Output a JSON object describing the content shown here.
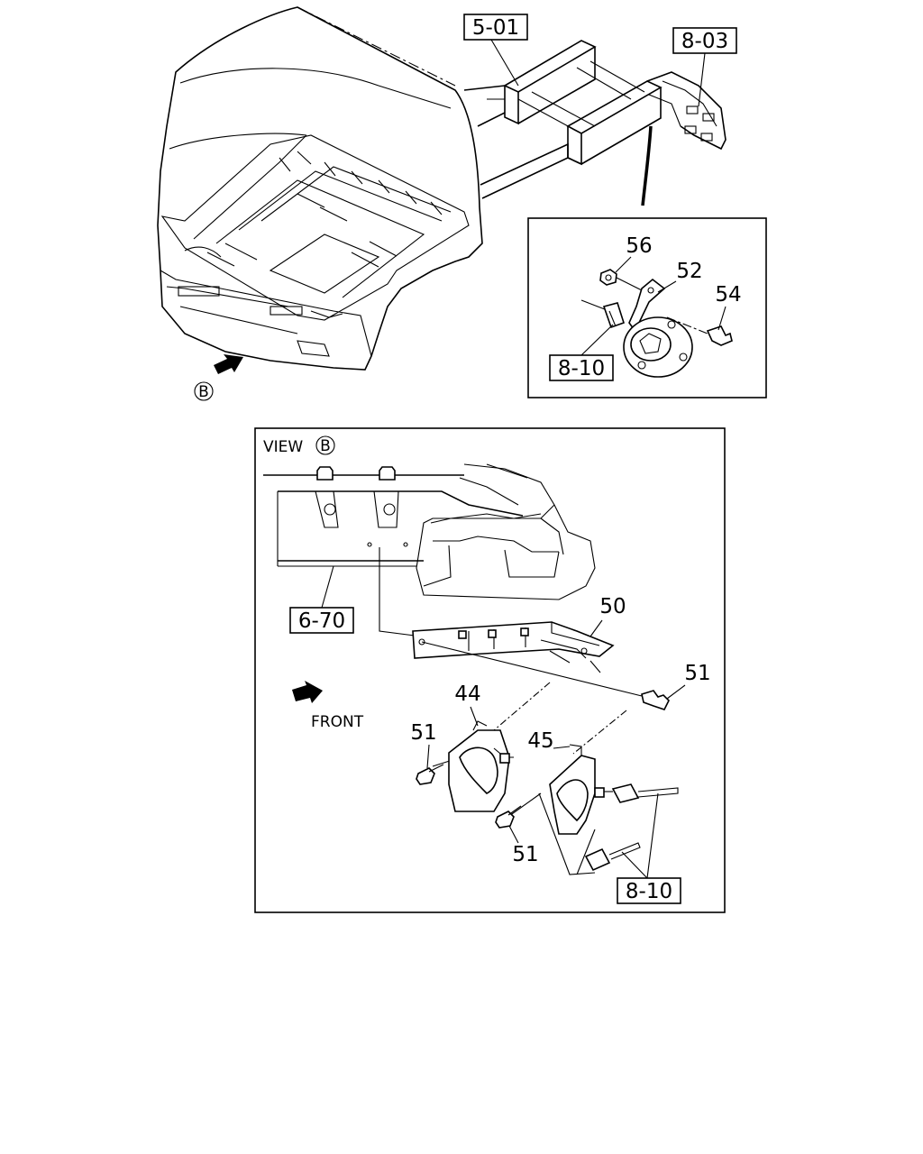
{
  "diagram": {
    "callouts": {
      "ref_5_01": "5-01",
      "ref_8_03": "8-03",
      "ref_8_10_top": "8-10",
      "ref_6_70": "6-70",
      "ref_8_10_bottom": "8-10",
      "part_56": "56",
      "part_52": "52",
      "part_54": "54",
      "part_50": "50",
      "part_51_right": "51",
      "part_44": "44",
      "part_51_left": "51",
      "part_45": "45",
      "part_51_bottom": "51"
    },
    "view_marker_top": "B",
    "view_label": "VIEW",
    "view_marker": "B",
    "front_label": "FRONT"
  }
}
